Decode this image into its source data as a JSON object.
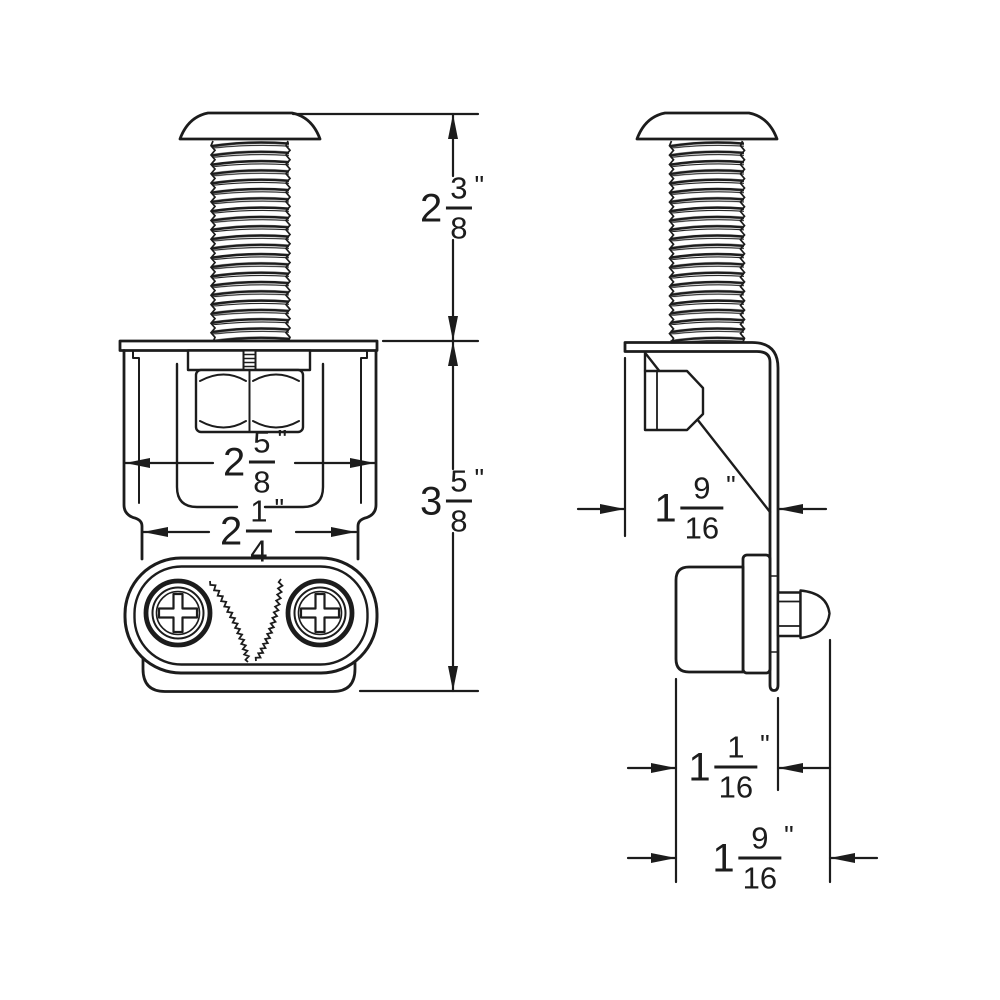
{
  "drawing": {
    "type": "two-view technical drawing of a carriage-bolt mounting bracket assembly",
    "background": "#ffffff",
    "line_color": "#1c1c1c"
  },
  "dimensions": {
    "bolt_length": {
      "whole": "2",
      "numerator": "3",
      "denominator": "8",
      "unit": "\""
    },
    "body_height": {
      "whole": "3",
      "numerator": "5",
      "denominator": "8",
      "unit": "\""
    },
    "upper_width": {
      "whole": "2",
      "numerator": "5",
      "denominator": "8",
      "unit": "\""
    },
    "lower_width": {
      "whole": "2",
      "numerator": "1",
      "denominator": "4",
      "unit": "\""
    },
    "side_depth": {
      "whole": "1",
      "numerator": "9",
      "denominator": "16",
      "unit": "\""
    },
    "base_depth": {
      "whole": "1",
      "numerator": "1",
      "denominator": "16",
      "unit": "\""
    },
    "overall_depth": {
      "whole": "1",
      "numerator": "9",
      "denominator": "16",
      "unit": "\""
    }
  }
}
